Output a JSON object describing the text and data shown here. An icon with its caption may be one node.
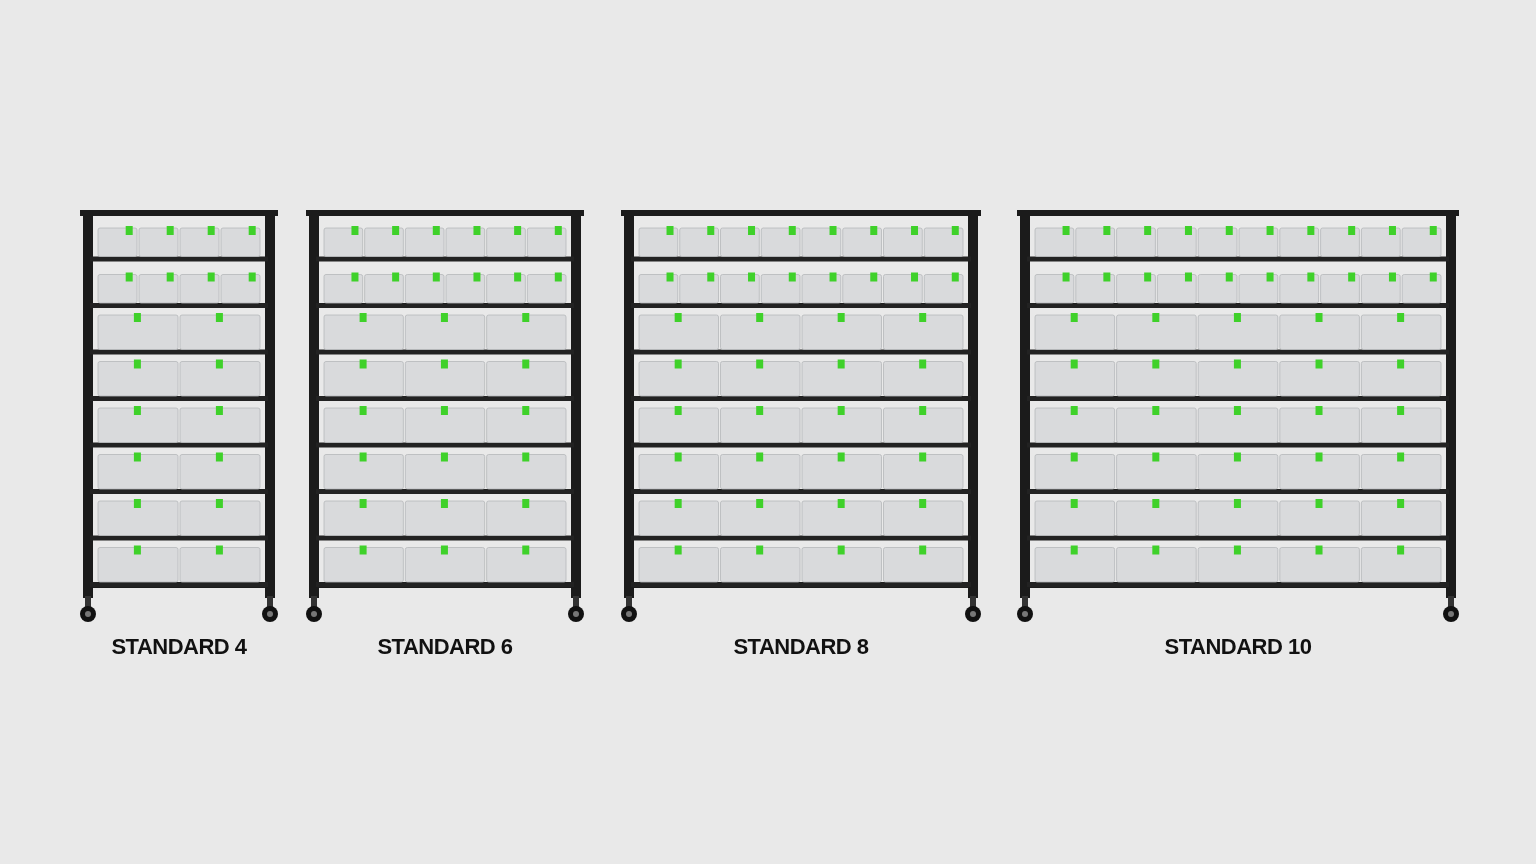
{
  "diagram": {
    "labels": [
      "STANDARD 4",
      "STANDARD 6",
      "STANDARD 8",
      "STANDARD 10"
    ]
  }
}
